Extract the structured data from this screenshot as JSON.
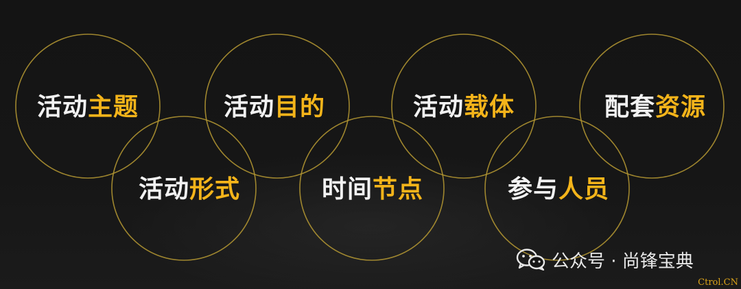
{
  "colors": {
    "background": "#151515",
    "ring": "#b79a32",
    "text_white": "#f2f2f2",
    "text_accent": "#f4b41a"
  },
  "circles": [
    {
      "white": "活动",
      "accent": "主题"
    },
    {
      "white": "活动",
      "accent": "形式"
    },
    {
      "white": "活动",
      "accent": "目的"
    },
    {
      "white": "时间",
      "accent": "节点"
    },
    {
      "white": "活动",
      "accent": "载体"
    },
    {
      "white": "参与",
      "accent": "人员"
    },
    {
      "white": "配套",
      "accent": "资源"
    }
  ],
  "watermark": {
    "icon": "wechat-icon",
    "text": "公众号 · 尚锋宝典"
  },
  "corner_mark": "Ctrol.CN"
}
